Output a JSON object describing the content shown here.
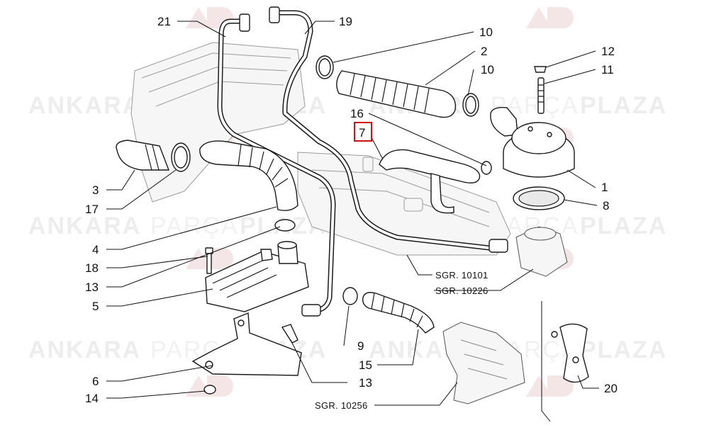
{
  "watermark": {
    "brand_bold_1": "ANKARA",
    "brand_thin": "PARÇA",
    "brand_bold_2": "PLAZA",
    "logo_text": "AP"
  },
  "callouts": [
    {
      "id": "c21",
      "text": "21"
    },
    {
      "id": "c19",
      "text": "19"
    },
    {
      "id": "c10a",
      "text": "10"
    },
    {
      "id": "c2",
      "text": "2"
    },
    {
      "id": "c10b",
      "text": "10"
    },
    {
      "id": "c12",
      "text": "12"
    },
    {
      "id": "c11",
      "text": "11"
    },
    {
      "id": "c16",
      "text": "16"
    },
    {
      "id": "c7",
      "text": "7"
    },
    {
      "id": "c3",
      "text": "3"
    },
    {
      "id": "c17",
      "text": "17"
    },
    {
      "id": "c1",
      "text": "1"
    },
    {
      "id": "c8",
      "text": "8"
    },
    {
      "id": "c4",
      "text": "4"
    },
    {
      "id": "c18",
      "text": "18"
    },
    {
      "id": "c13a",
      "text": "13"
    },
    {
      "id": "c5",
      "text": "5"
    },
    {
      "id": "c9",
      "text": "9"
    },
    {
      "id": "c15",
      "text": "15"
    },
    {
      "id": "c6",
      "text": "6"
    },
    {
      "id": "c13b",
      "text": "13"
    },
    {
      "id": "c14",
      "text": "14"
    },
    {
      "id": "c20",
      "text": "20"
    }
  ],
  "references": [
    {
      "id": "r1",
      "text": "SGR. 10101"
    },
    {
      "id": "r2",
      "text": "SGR. 10226"
    },
    {
      "id": "r3",
      "text": "SGR. 10256"
    }
  ],
  "highlight": {
    "label": "7",
    "color": "#cc1111"
  }
}
